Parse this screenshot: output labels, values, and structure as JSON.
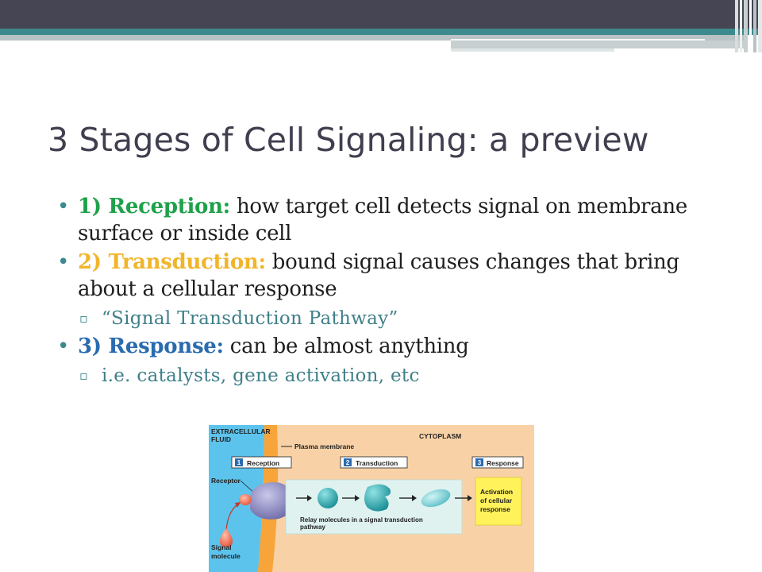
{
  "slide": {
    "title": "3 Stages of Cell Signaling: a preview",
    "bullets": [
      {
        "term": "1) Reception:",
        "text": " how target cell detects signal on membrane surface or inside cell",
        "term_color": "#1fa14a"
      },
      {
        "term": "2) Transduction:",
        "text": " bound signal causes changes that bring about a cellular response",
        "term_color": "#f1b52a"
      },
      {
        "term": "3) Response:",
        "text": " can be almost anything",
        "term_color": "#2a6bb0"
      }
    ],
    "sub_bullets": {
      "transduction": "“Signal Transduction Pathway”",
      "response": "i.e. catalysts, gene activation, etc"
    }
  },
  "figure": {
    "extracellular_label_1": "EXTRACELLULAR",
    "extracellular_label_2": "FLUID",
    "cytoplasm_label": "CYTOPLASM",
    "plasma_membrane_label": "Plasma membrane",
    "stage_1_num": "1",
    "stage_1_label": "Reception",
    "stage_2_num": "2",
    "stage_2_label": "Transduction",
    "stage_3_num": "3",
    "stage_3_label": "Response",
    "receptor_label": "Receptor",
    "relay_label_1": "Relay molecules in a signal transduction",
    "relay_label_2": "pathway",
    "activation_label_1": "Activation",
    "activation_label_2": "of cellular",
    "activation_label_3": "response",
    "signal_label_1": "Signal",
    "signal_label_2": "molecule"
  },
  "colors": {
    "header_dark": "#454553",
    "header_teal": "#3d8a8e",
    "title_text": "#3f3f4f",
    "extracellular": "#5cc3ec",
    "membrane": "#f7a43a",
    "cytoplasm": "#f8d2a6",
    "relay_box": "#dff2f0",
    "activation_box": "#fff25a"
  }
}
